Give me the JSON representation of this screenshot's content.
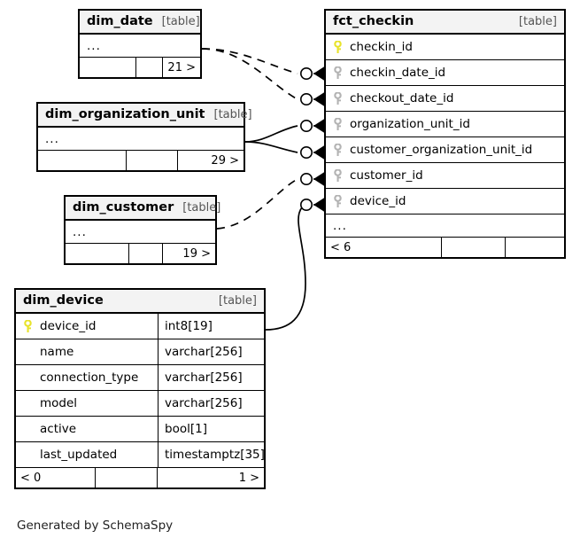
{
  "diagram": {
    "caption": "Generated by SchemaSpy",
    "table_kind_label": "[table]",
    "ellipsis": "...",
    "colors": {
      "border": "#000000",
      "header_fill": "#f3f3f3",
      "primary_key_icon": "#e8e32a",
      "foreign_key_icon": "#b3b3b3",
      "background": "#ffffff"
    }
  },
  "tables": [
    {
      "id": "dim_date",
      "name": "dim_date",
      "kind": "[table]",
      "collapsed": true,
      "footer": [
        "",
        "",
        "21 >"
      ]
    },
    {
      "id": "dim_organization_unit",
      "name": "dim_organization_unit",
      "kind": "[table]",
      "collapsed": true,
      "footer": [
        "",
        "",
        "29 >"
      ]
    },
    {
      "id": "dim_customer",
      "name": "dim_customer",
      "kind": "[table]",
      "collapsed": true,
      "footer": [
        "",
        "",
        "19 >"
      ]
    },
    {
      "id": "fct_checkin",
      "name": "fct_checkin",
      "kind": "[table]",
      "collapsed": false,
      "columns": [
        {
          "name": "checkin_id",
          "key": "primary",
          "type": ""
        },
        {
          "name": "checkin_date_id",
          "key": "foreign",
          "type": ""
        },
        {
          "name": "checkout_date_id",
          "key": "foreign",
          "type": ""
        },
        {
          "name": "organization_unit_id",
          "key": "foreign",
          "type": ""
        },
        {
          "name": "customer_organization_unit_id",
          "key": "foreign",
          "type": ""
        },
        {
          "name": "customer_id",
          "key": "foreign",
          "type": ""
        },
        {
          "name": "device_id",
          "key": "foreign",
          "type": ""
        }
      ],
      "has_more_row": true,
      "footer": [
        "< 6",
        "",
        ""
      ]
    },
    {
      "id": "dim_device",
      "name": "dim_device",
      "kind": "[table]",
      "collapsed": false,
      "columns": [
        {
          "name": "device_id",
          "key": "primary",
          "type": "int8[19]"
        },
        {
          "name": "name",
          "key": "none",
          "type": "varchar[256]"
        },
        {
          "name": "connection_type",
          "key": "none",
          "type": "varchar[256]"
        },
        {
          "name": "model",
          "key": "none",
          "type": "varchar[256]"
        },
        {
          "name": "active",
          "key": "none",
          "type": "bool[1]"
        },
        {
          "name": "last_updated",
          "key": "none",
          "type": "timestamptz[35]"
        }
      ],
      "has_more_row": false,
      "footer": [
        "< 0",
        "",
        "1 >"
      ]
    }
  ],
  "relationships": [
    {
      "from": "dim_date",
      "to": "fct_checkin.checkin_date_id",
      "style": "dashed"
    },
    {
      "from": "dim_date",
      "to": "fct_checkin.checkout_date_id",
      "style": "dashed"
    },
    {
      "from": "dim_organization_unit",
      "to": "fct_checkin.organization_unit_id",
      "style": "solid"
    },
    {
      "from": "dim_organization_unit",
      "to": "fct_checkin.customer_organization_unit_id",
      "style": "solid"
    },
    {
      "from": "dim_customer",
      "to": "fct_checkin.customer_id",
      "style": "dashed"
    },
    {
      "from": "dim_device",
      "to": "fct_checkin.device_id",
      "style": "solid"
    }
  ]
}
